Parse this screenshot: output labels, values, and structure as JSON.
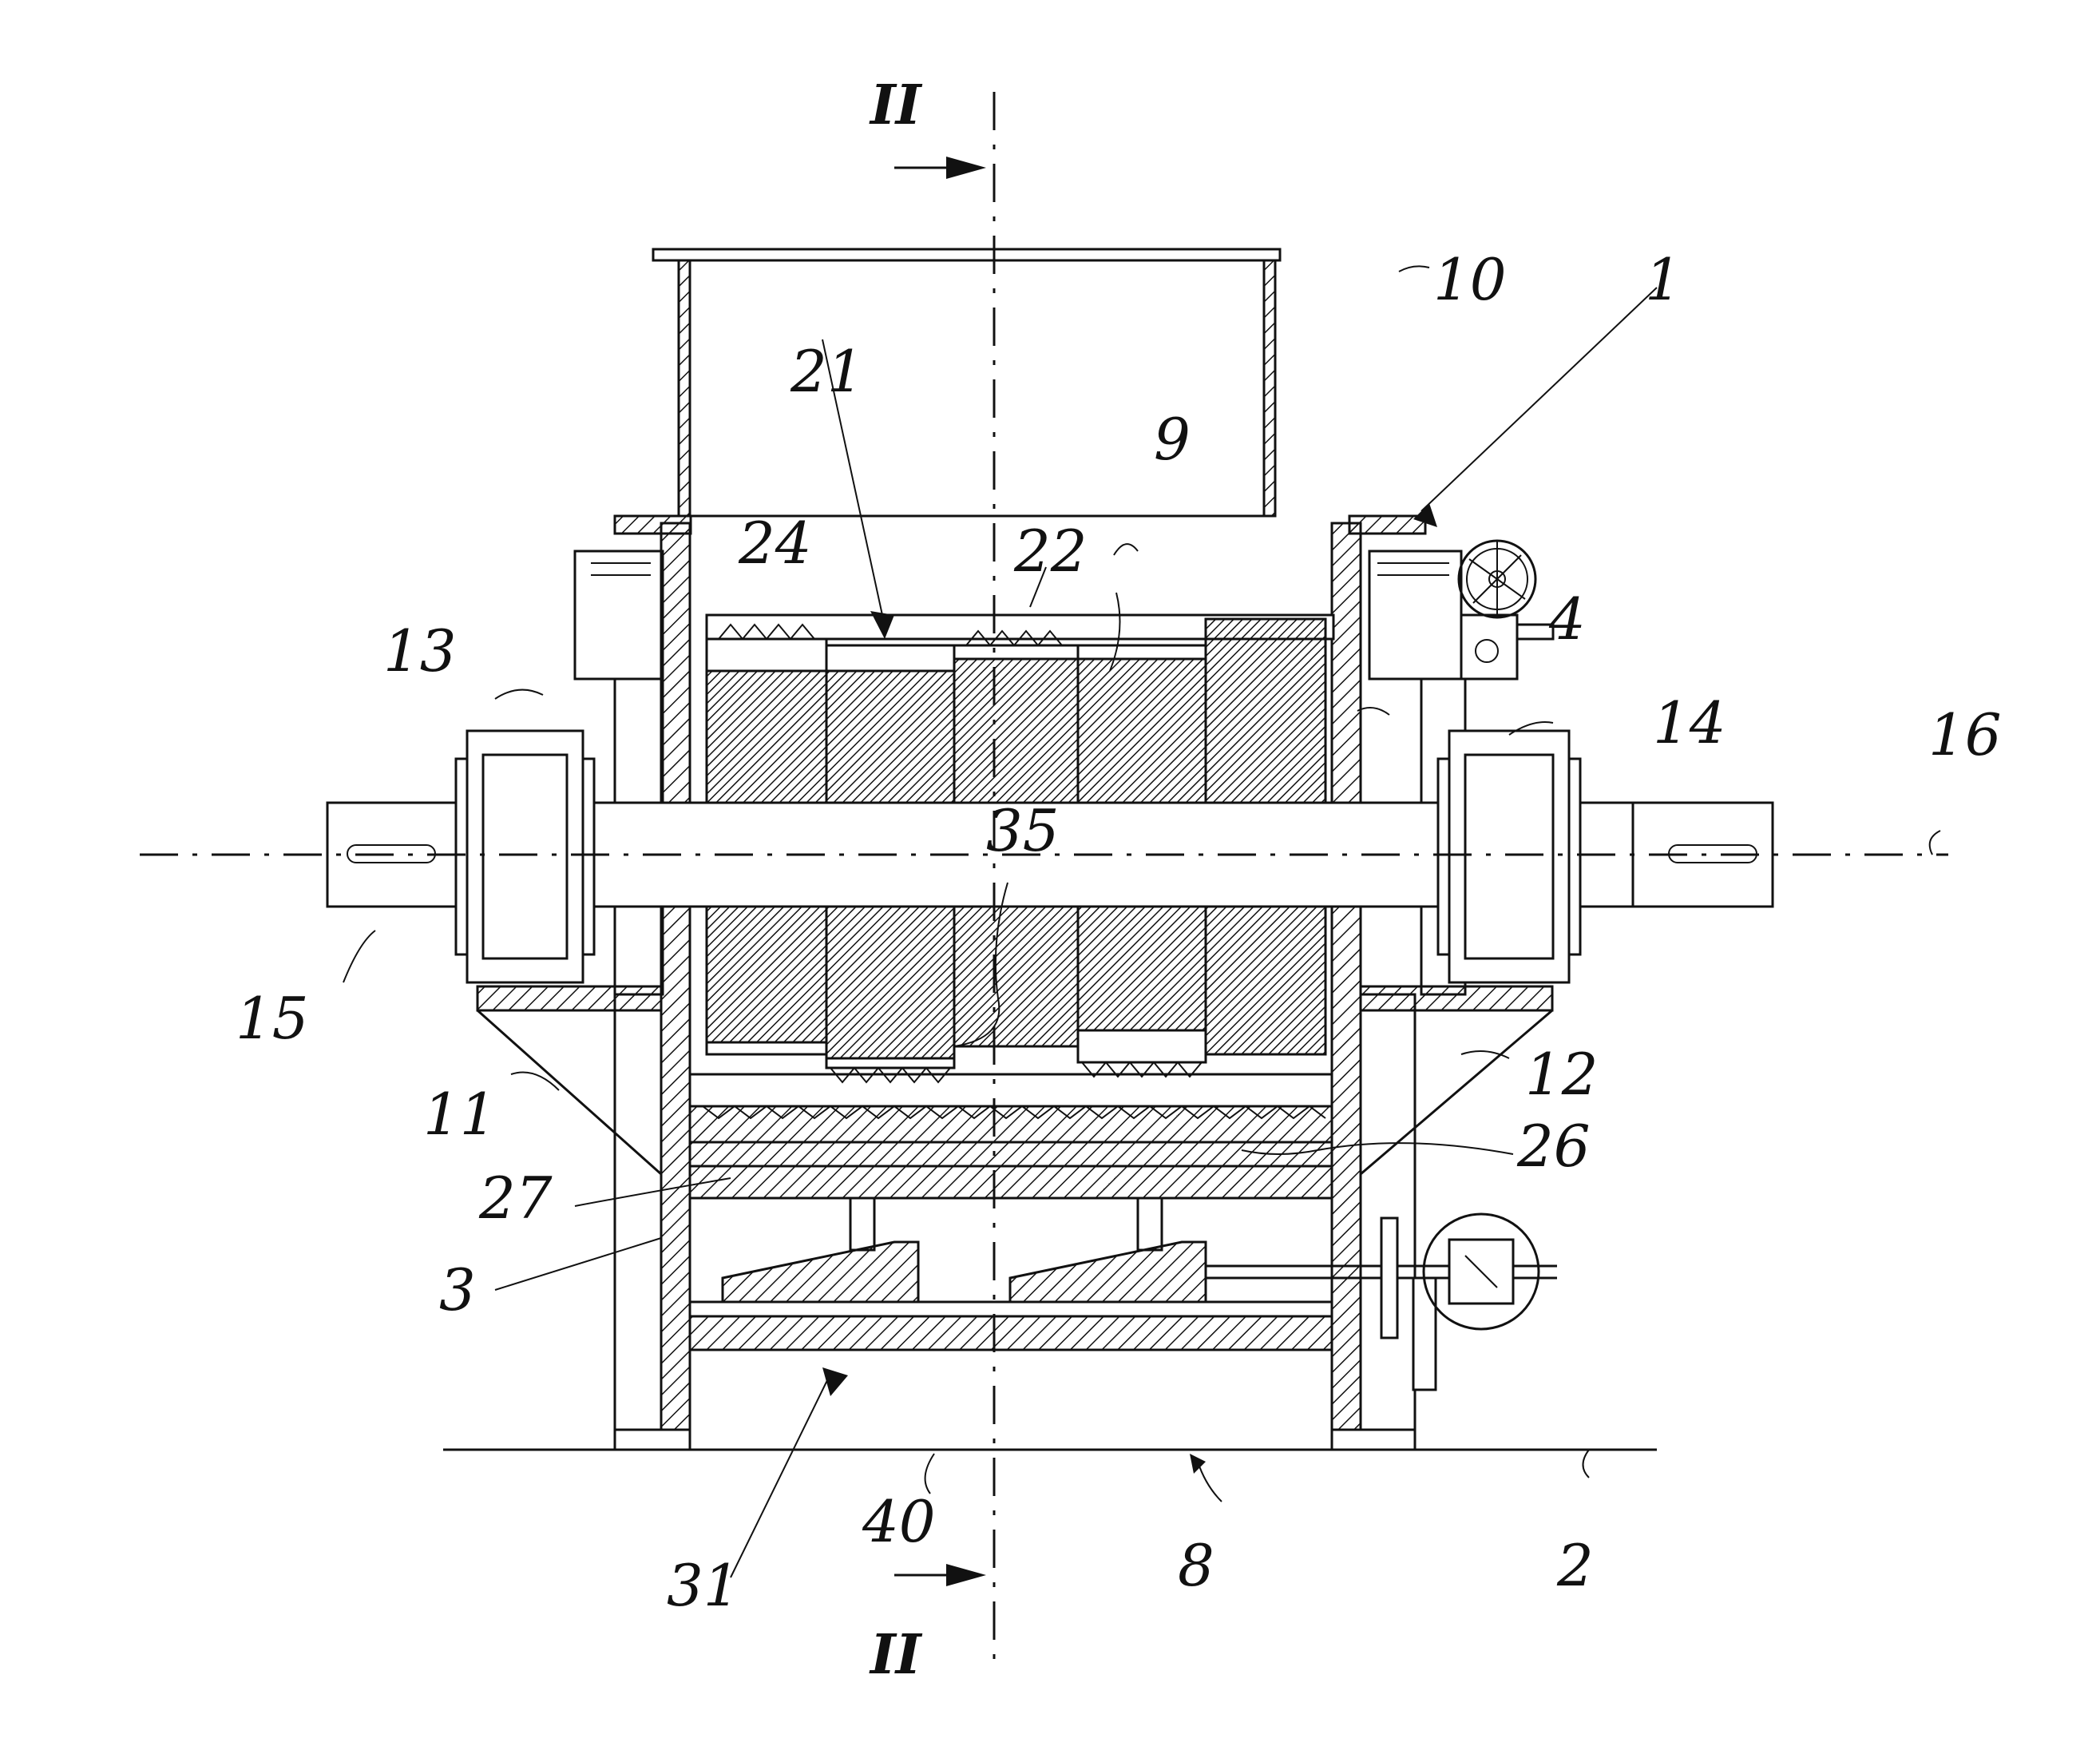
{
  "figure": {
    "section_label_top": "II",
    "section_label_bottom": "II",
    "reference_numerals": {
      "n1": "1",
      "n2": "2",
      "n3": "3",
      "n4": "4",
      "n8": "8",
      "n9": "9",
      "n10": "10",
      "n11": "11",
      "n12": "12",
      "n13": "13",
      "n14": "14",
      "n15": "15",
      "n16": "16",
      "n21": "21",
      "n22": "22",
      "n24": "24",
      "n26": "26",
      "n27": "27",
      "n31": "31",
      "n35": "35",
      "n40": "40"
    }
  }
}
